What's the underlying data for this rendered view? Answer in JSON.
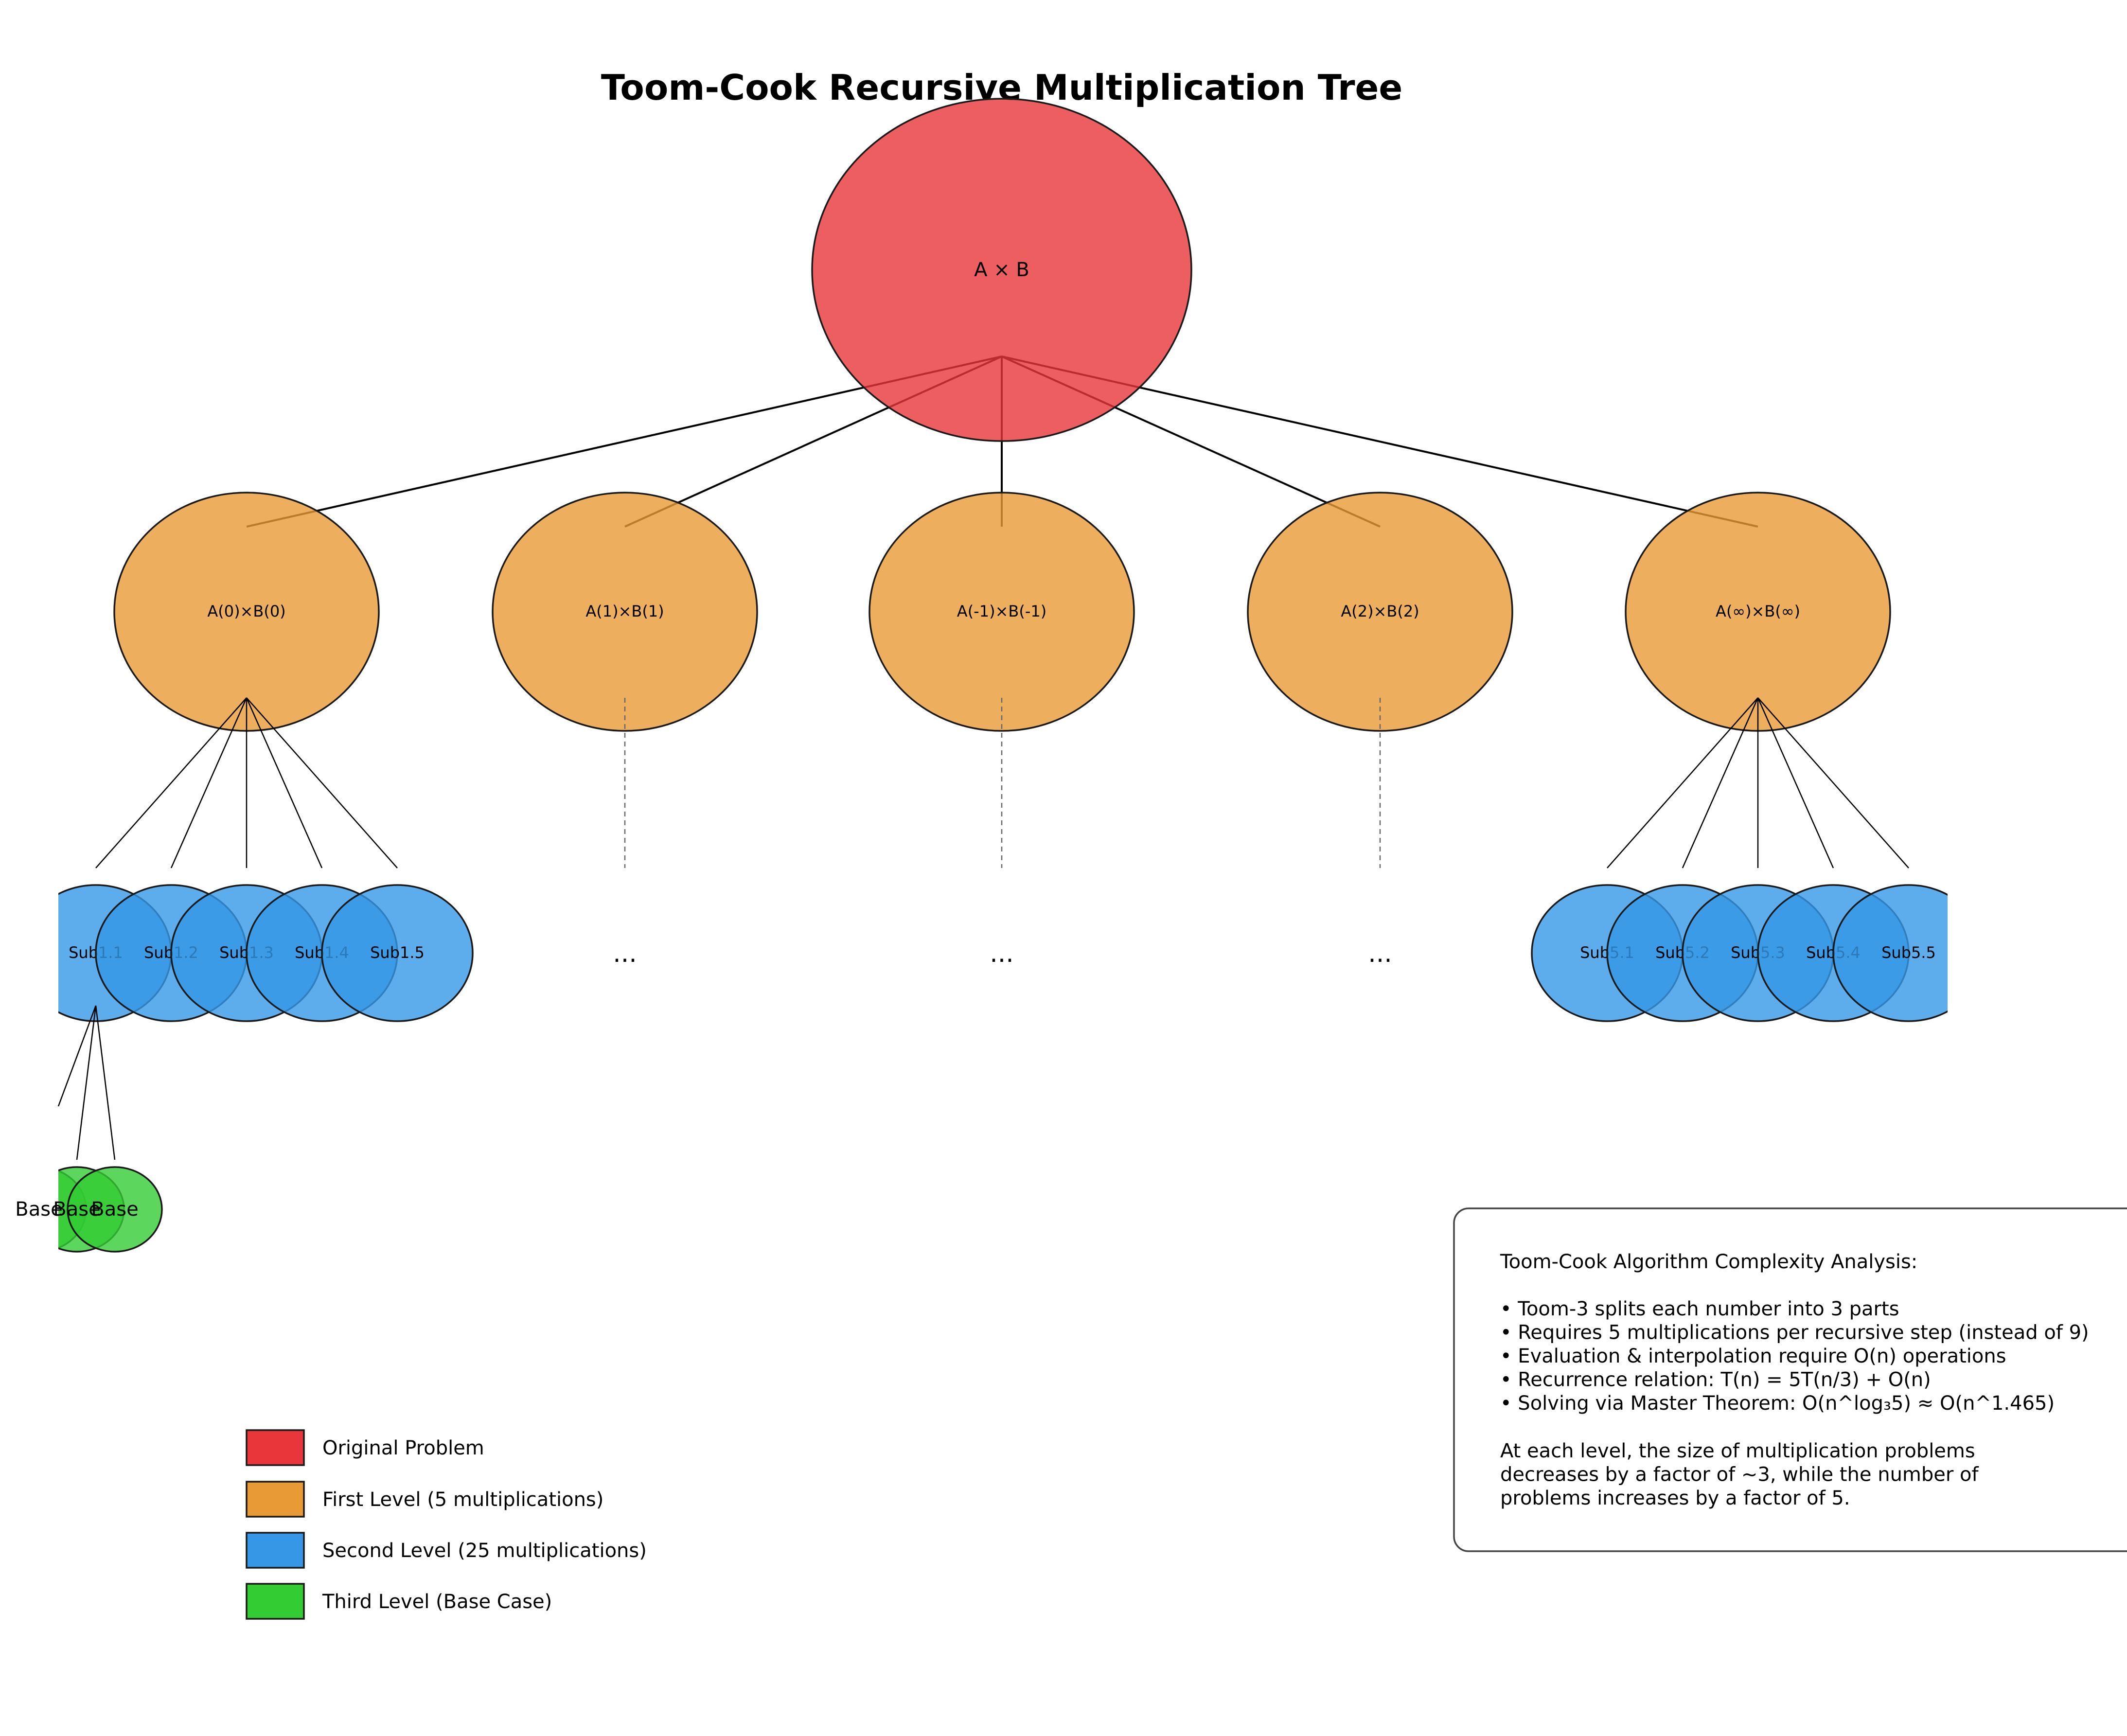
{
  "title": "Toom-Cook Recursive Multiplication Tree",
  "colors": {
    "original": "#e8363a",
    "first_level": "#e89a36",
    "second_level": "#3597e6",
    "third_level": "#33cc33"
  },
  "root": {
    "label": "A × B"
  },
  "level1": [
    {
      "label": "A(0)×B(0)",
      "expanded": true
    },
    {
      "label": "A(1)×B(1)",
      "expanded": false
    },
    {
      "label": "A(-1)×B(-1)",
      "expanded": false
    },
    {
      "label": "A(2)×B(2)",
      "expanded": false
    },
    {
      "label": "A(∞)×B(∞)",
      "expanded": true
    }
  ],
  "level2": {
    "group1": [
      "Sub1.1",
      "Sub1.2",
      "Sub1.3",
      "Sub1.4",
      "Sub1.5"
    ],
    "group5": [
      "Sub5.1",
      "Sub5.2",
      "Sub5.3",
      "Sub5.4",
      "Sub5.5"
    ],
    "ellipsis": "..."
  },
  "level3": [
    "Base",
    "Base",
    "Base"
  ],
  "legend": [
    {
      "label": "Original Problem",
      "color_key": "original"
    },
    {
      "label": "First Level (5 multiplications)",
      "color_key": "first_level"
    },
    {
      "label": "Second Level (25 multiplications)",
      "color_key": "second_level"
    },
    {
      "label": "Third Level (Base Case)",
      "color_key": "third_level"
    }
  ],
  "info_box": {
    "heading": "Toom-Cook Algorithm Complexity Analysis:",
    "bullets": [
      "• Toom-3 splits each number into 3 parts",
      "• Requires 5 multiplications per recursive step (instead of 9)",
      "• Evaluation & interpolation require O(n) operations",
      "• Recurrence relation: T(n) = 5T(n/3) + O(n)",
      "• Solving via Master Theorem: O(n^log₃5) ≈ O(n^1.465)"
    ],
    "summary": [
      "At each level, the size of multiplication problems",
      "decreases by a factor of ~3, while the number of",
      "problems increases by a factor of 5."
    ]
  }
}
